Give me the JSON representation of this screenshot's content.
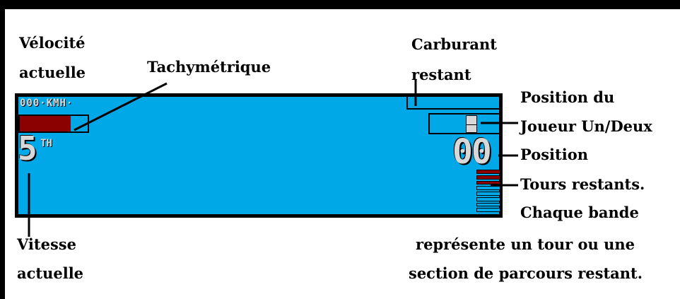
{
  "labels": {
    "velocity": [
      "Vélocité",
      "actuelle"
    ],
    "tachometer": "Tachymétrique",
    "fuel": [
      "Carburant",
      "restant"
    ],
    "player_position": [
      "Position du",
      "Joueur Un/Deux"
    ],
    "position": "Position",
    "laps": [
      "Tours restants.",
      "Chaque bande"
    ],
    "laps_note": [
      "représente un tour ou une",
      "section de parcours restant."
    ],
    "speed": [
      "Vitesse",
      "actuelle"
    ]
  },
  "hud": {
    "velocity_readout": "000·KMH·",
    "gear": "5",
    "gear_suffix": "TH",
    "position_readout": "00",
    "tachometer_level": 0.75,
    "laps_total_bands": 8,
    "laps_red_bands": 3
  },
  "colors": {
    "hud_bg": "#00a8e8",
    "tach_fill": "#8b0000",
    "lap_red": "#8b0000",
    "hud_text": "#d8d8d8"
  }
}
